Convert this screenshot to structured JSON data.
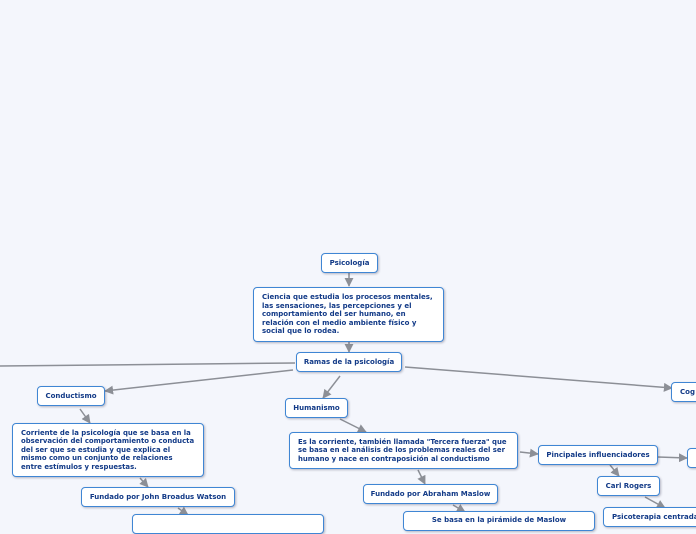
{
  "colors": {
    "background": "#f4f6fc",
    "node_border": "#3f86d4",
    "node_fill": "#ffffff",
    "node_text": "#123a87",
    "connector": "#8c8f96"
  },
  "nodes": {
    "psicologia": "Psicología",
    "definicion": "Ciencia que estudia los procesos mentales, las sensaciones, las percepciones y el comportamiento del ser humano, en relación con el medio ambiente físico y social que lo rodea.",
    "ramas": "Ramas de la psicología",
    "conductismo": "Conductismo",
    "humanismo": "Humanismo",
    "cognitivismo": "Cog",
    "conductismo_def": "Corriente de la psicología que se basa en la observación del comportamiento o conducta del ser que se estudia y que explica el mismo como un conjunto de relaciones entre estímulos y respuestas.",
    "watson": "Fundado por John Broadus Watson",
    "humanismo_def": "Es la corriente, también llamada \"Tercera fuerza\" que se basa en el análisis de los problemas reales del ser humano y nace en contraposición al conductismo",
    "maslow": "Fundado por Abraham Maslow",
    "influenciadores": "Pincipales influenciadores",
    "rogers": "Carl Rogers",
    "psicoterapia": "Psicoterapia centrada",
    "maslow_child": "Se basa en la pirámide de Maslow"
  }
}
